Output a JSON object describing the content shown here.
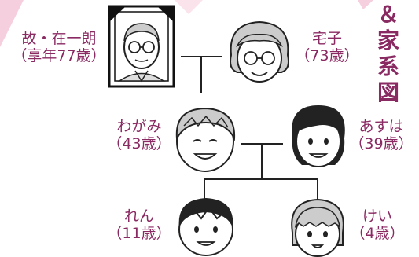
{
  "title_chars": [
    "＆",
    "家",
    "系",
    "図"
  ],
  "members": {
    "grandfather": {
      "name": "故・在一朗",
      "age": "（享年77歳）"
    },
    "grandmother": {
      "name": "宅子",
      "age": "（73歳）"
    },
    "father": {
      "name": "わがみ",
      "age": "（43歳）"
    },
    "mother": {
      "name": "あすは",
      "age": "（39歳）"
    },
    "son": {
      "name": "れん",
      "age": "（11歳）"
    },
    "daughter": {
      "name": "けい",
      "age": "（4歳）"
    }
  },
  "colors": {
    "label": "#8a2a63",
    "line": "#222222",
    "accent_pink": "#f4c6d8"
  }
}
